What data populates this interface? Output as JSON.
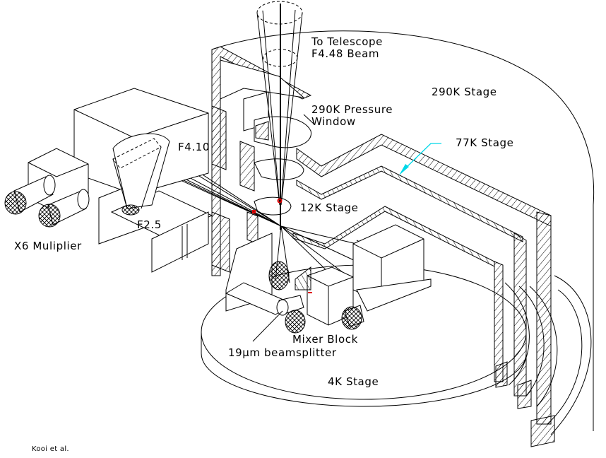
{
  "diagram": {
    "title": "Cryostat optics layout (isometric cutaway)",
    "labels": {
      "telescope_beam": [
        "To Telescope",
        "F4.48 Beam"
      ],
      "pressure_window": [
        "290K Pressure",
        "Window"
      ],
      "stage_290k": "290K Stage",
      "stage_77k": "77K Stage",
      "stage_12k": "12K Stage",
      "stage_4k": "4K Stage",
      "focal_f410": "F4.10",
      "focal_f25": "F2.5",
      "multiplier": "X6 Muliplier",
      "mixer_block": "Mixer Block",
      "beamsplitter": "19µm beamsplitter",
      "credit": "Kooi et al."
    },
    "colors": {
      "line": "#000000",
      "leader_77k": "#00d8e8",
      "focus_marker": "#e00000",
      "background": "#ffffff"
    }
  }
}
